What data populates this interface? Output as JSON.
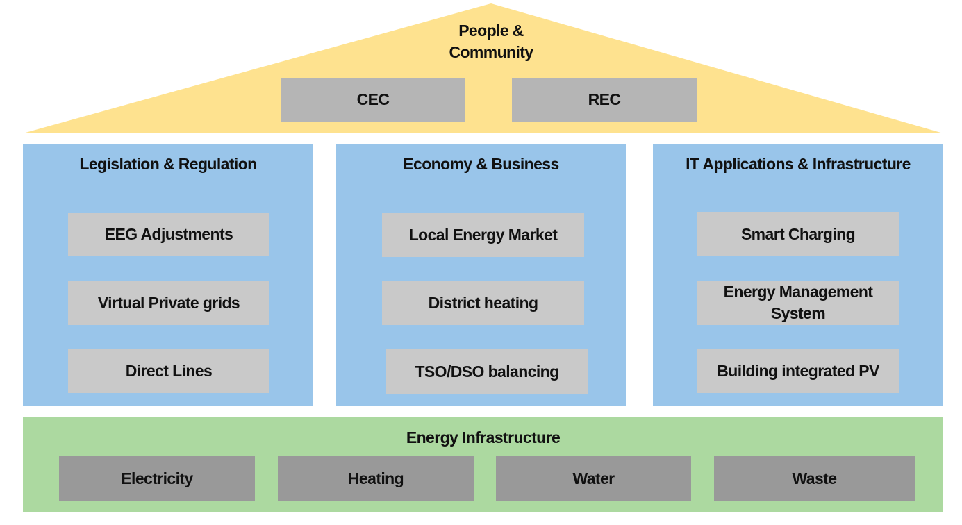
{
  "roof": {
    "title": "People & Community",
    "title_line1": "People &",
    "title_line2": "Community",
    "boxes": [
      "CEC",
      "REC"
    ]
  },
  "pillars": [
    {
      "title": "Legislation & Regulation",
      "items": [
        "EEG Adjustments",
        "Virtual Private grids",
        "Direct Lines"
      ]
    },
    {
      "title": "Economy & Business",
      "items": [
        "Local Energy Market",
        "District heating",
        "TSO/DSO balancing"
      ]
    },
    {
      "title": "IT Applications & Infrastructure",
      "items": [
        "Smart Charging",
        "Energy Management System",
        "Building integrated PV"
      ]
    }
  ],
  "foundation": {
    "title": "Energy Infrastructure",
    "items": [
      "Electricity",
      "Heating",
      "Water",
      "Waste"
    ]
  },
  "colors": {
    "roof": "#fee28f",
    "pillar": "#99c5ea",
    "foundation": "#acd9a0",
    "box_light": "#c9c9c9",
    "box_mid": "#b5b5b5",
    "box_dark": "#999999"
  }
}
